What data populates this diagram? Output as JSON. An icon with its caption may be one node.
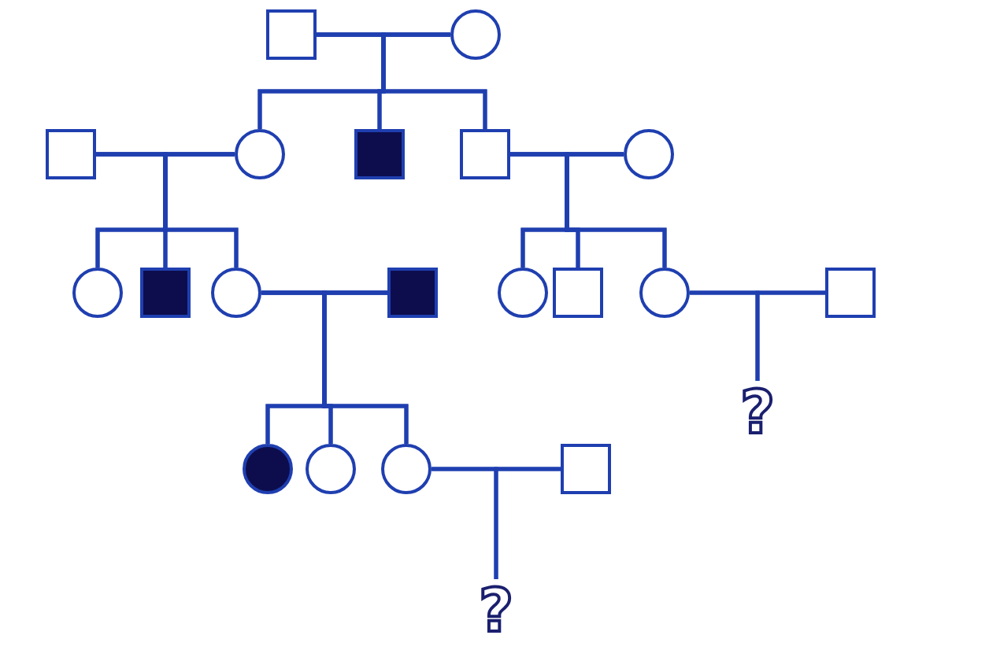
{
  "diagram": {
    "nodes": [
      {
        "text": [],
        "shape": "box"
      },
      {
        "text": [],
        "shape": "circle"
      },
      {
        "text": [],
        "shape": "box"
      },
      {
        "text": [],
        "shape": "circle"
      },
      {
        "text": [],
        "shape": "box"
      },
      {
        "text": [],
        "shape": "box"
      },
      {
        "text": [],
        "shape": "circle"
      },
      {
        "text": [],
        "shape": "circle"
      },
      {
        "text": [],
        "shape": "box"
      },
      {
        "text": [],
        "shape": "circle"
      },
      {
        "text": [],
        "shape": "box"
      },
      {
        "text": [],
        "shape": "circle"
      },
      {
        "text": [],
        "shape": "box"
      },
      {
        "text": [],
        "shape": "circle"
      },
      {
        "text": [],
        "shape": "box"
      },
      {
        "text": [
          "?"
        ]
      },
      {
        "text": [],
        "shape": "circle"
      },
      {
        "text": [],
        "shape": "circle"
      },
      {
        "text": [],
        "shape": "circle"
      },
      {
        "text": [],
        "shape": "box"
      },
      {
        "text": [
          "?"
        ]
      }
    ],
    "edges": [
      {
        "from": 0,
        "to": 1,
        "arrow": "none"
      },
      {
        "from": 0,
        "to": 3,
        "arrow": "none"
      },
      {
        "from": 1,
        "to": 3,
        "arrow": "none"
      },
      {
        "from": 0,
        "to": 4,
        "arrow": "none"
      },
      {
        "from": 1,
        "to": 4,
        "arrow": "none"
      },
      {
        "from": 0,
        "to": 5,
        "arrow": "none"
      },
      {
        "from": 1,
        "to": 5,
        "arrow": "none"
      },
      {
        "from": 2,
        "to": 3,
        "arrow": "none"
      },
      {
        "from": 5,
        "to": 6,
        "arrow": "none"
      },
      {
        "from": 2,
        "to": 7,
        "arrow": "none"
      },
      {
        "from": 3,
        "to": 7,
        "arrow": "none"
      },
      {
        "from": 2,
        "to": 8,
        "arrow": "none"
      },
      {
        "from": 3,
        "to": 8,
        "arrow": "none"
      },
      {
        "from": 2,
        "to": 9,
        "arrow": "none"
      },
      {
        "from": 3,
        "to": 9,
        "arrow": "none"
      },
      {
        "from": 5,
        "to": 11,
        "arrow": "none"
      },
      {
        "from": 6,
        "to": 11,
        "arrow": "none"
      },
      {
        "from": 5,
        "to": 12,
        "arrow": "none"
      },
      {
        "from": 6,
        "to": 12,
        "arrow": "none"
      },
      {
        "from": 5,
        "to": 13,
        "arrow": "none"
      },
      {
        "from": 6,
        "to": 13,
        "arrow": "none"
      },
      {
        "from": 9,
        "to": 10,
        "arrow": "none"
      },
      {
        "from": 13,
        "to": 14,
        "arrow": "none"
      },
      {
        "from": 13,
        "to": 15,
        "arrow": "none"
      },
      {
        "from": 14,
        "to": 15,
        "arrow": "none"
      },
      {
        "from": 9,
        "to": 16,
        "arrow": "none"
      },
      {
        "from": 10,
        "to": 16,
        "arrow": "none"
      },
      {
        "from": 9,
        "to": 17,
        "arrow": "none"
      },
      {
        "from": 10,
        "to": 17,
        "arrow": "none"
      },
      {
        "from": 9,
        "to": 18,
        "arrow": "none"
      },
      {
        "from": 10,
        "to": 18,
        "arrow": "none"
      },
      {
        "from": 18,
        "to": 19,
        "arrow": "none"
      },
      {
        "from": 18,
        "to": 20,
        "arrow": "none"
      },
      {
        "from": 19,
        "to": 20,
        "arrow": "none"
      }
    ]
  }
}
